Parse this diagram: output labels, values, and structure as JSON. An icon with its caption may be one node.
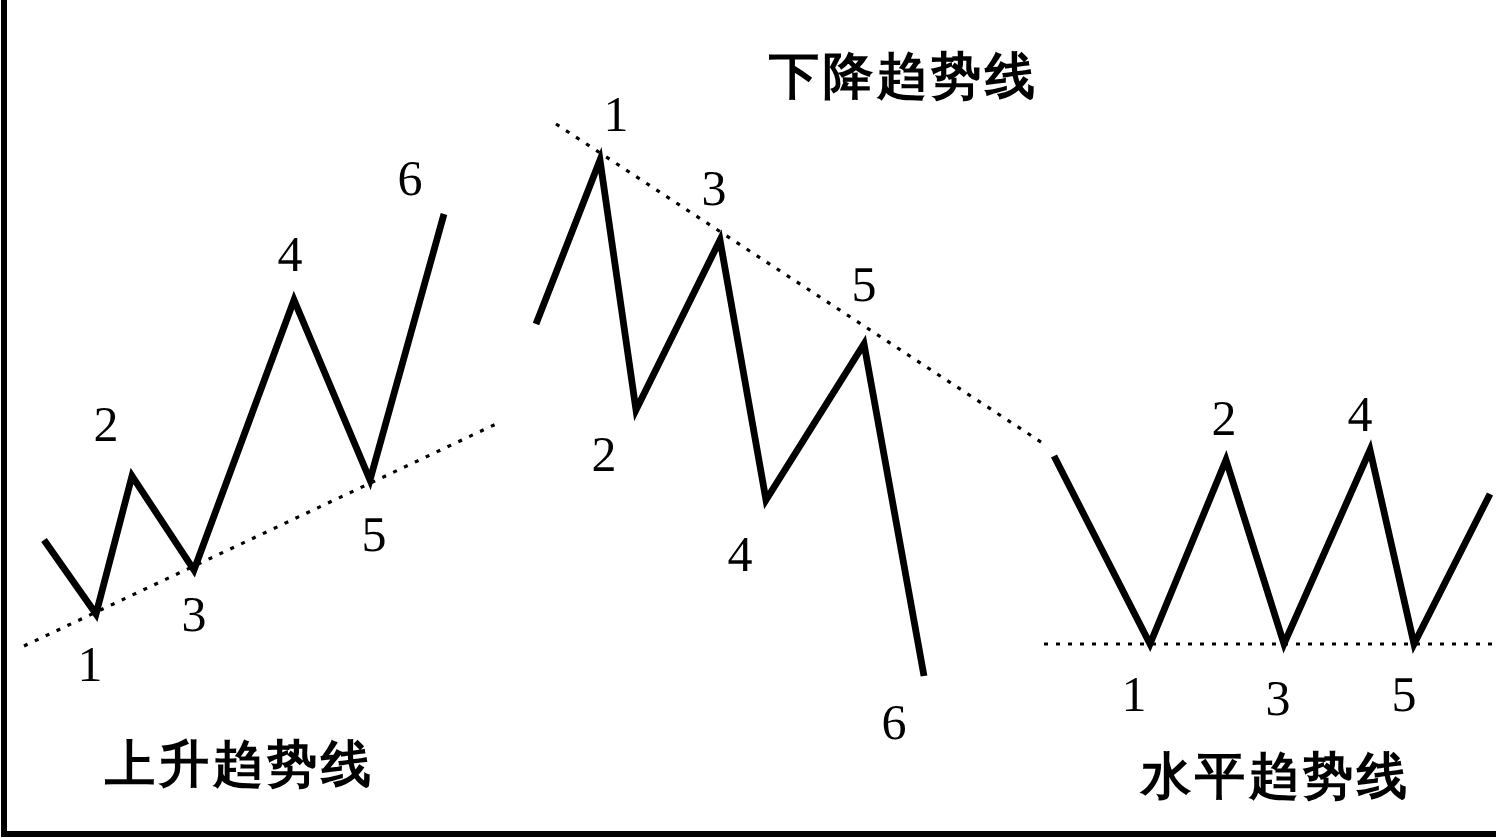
{
  "diagram": {
    "labels": [
      "1",
      "2",
      "3",
      "4",
      "5",
      "6",
      "上升趋势线",
      "下降趋势线",
      "1",
      "2",
      "3",
      "4",
      "5",
      "6",
      "1",
      "2",
      "3",
      "4",
      "5",
      "水平趋势线"
    ]
  }
}
